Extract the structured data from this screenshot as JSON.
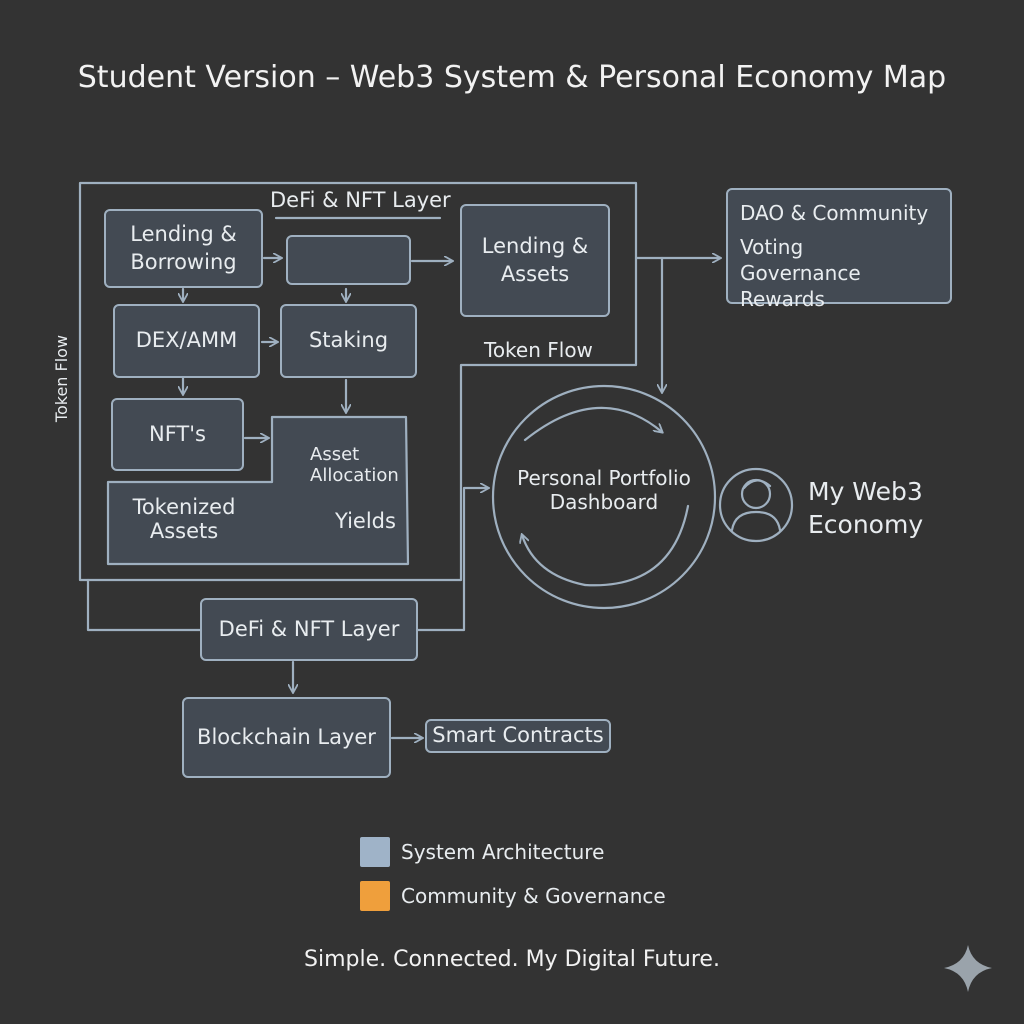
{
  "title": "Student Version – Web3 System & Personal Economy Map",
  "defi_group": {
    "header": "DeFi & NFT Layer",
    "side_label": "Token Flow",
    "inner_label": "Token Flow",
    "nodes": {
      "lending_borrowing": "Lending &\nBorrowing",
      "dex_amm": "DEX/AMM",
      "staking": "Staking",
      "nfts": "NFT's",
      "asset_allocation": "Asset\nAllocation",
      "yields": "Yields",
      "tokenized_assets": "Tokenized\nAssets",
      "lending_assets": "Lending &\nAssets"
    }
  },
  "dao": {
    "title": "DAO & Community",
    "line1": "Voting",
    "line2": "Governance Rewards"
  },
  "dashboard": {
    "label": "Personal Portfolio\nDashboard"
  },
  "user": {
    "label": "My Web3\nEconomy",
    "icon": "user-avatar-icon"
  },
  "defi_layer_bottom": "DeFi & NFT Layer",
  "blockchain_layer": "Blockchain Layer",
  "smart_contracts": "Smart Contracts",
  "legend": [
    {
      "label": "System Architecture",
      "color": "#9fb3c8"
    },
    {
      "label": "Community & Governance",
      "color": "#ef9f3c"
    }
  ],
  "footer": "Simple. Connected. My Digital Future.",
  "colors": {
    "line": "#9fb0c0",
    "node_fill": "#434a53",
    "background": "#333333"
  }
}
